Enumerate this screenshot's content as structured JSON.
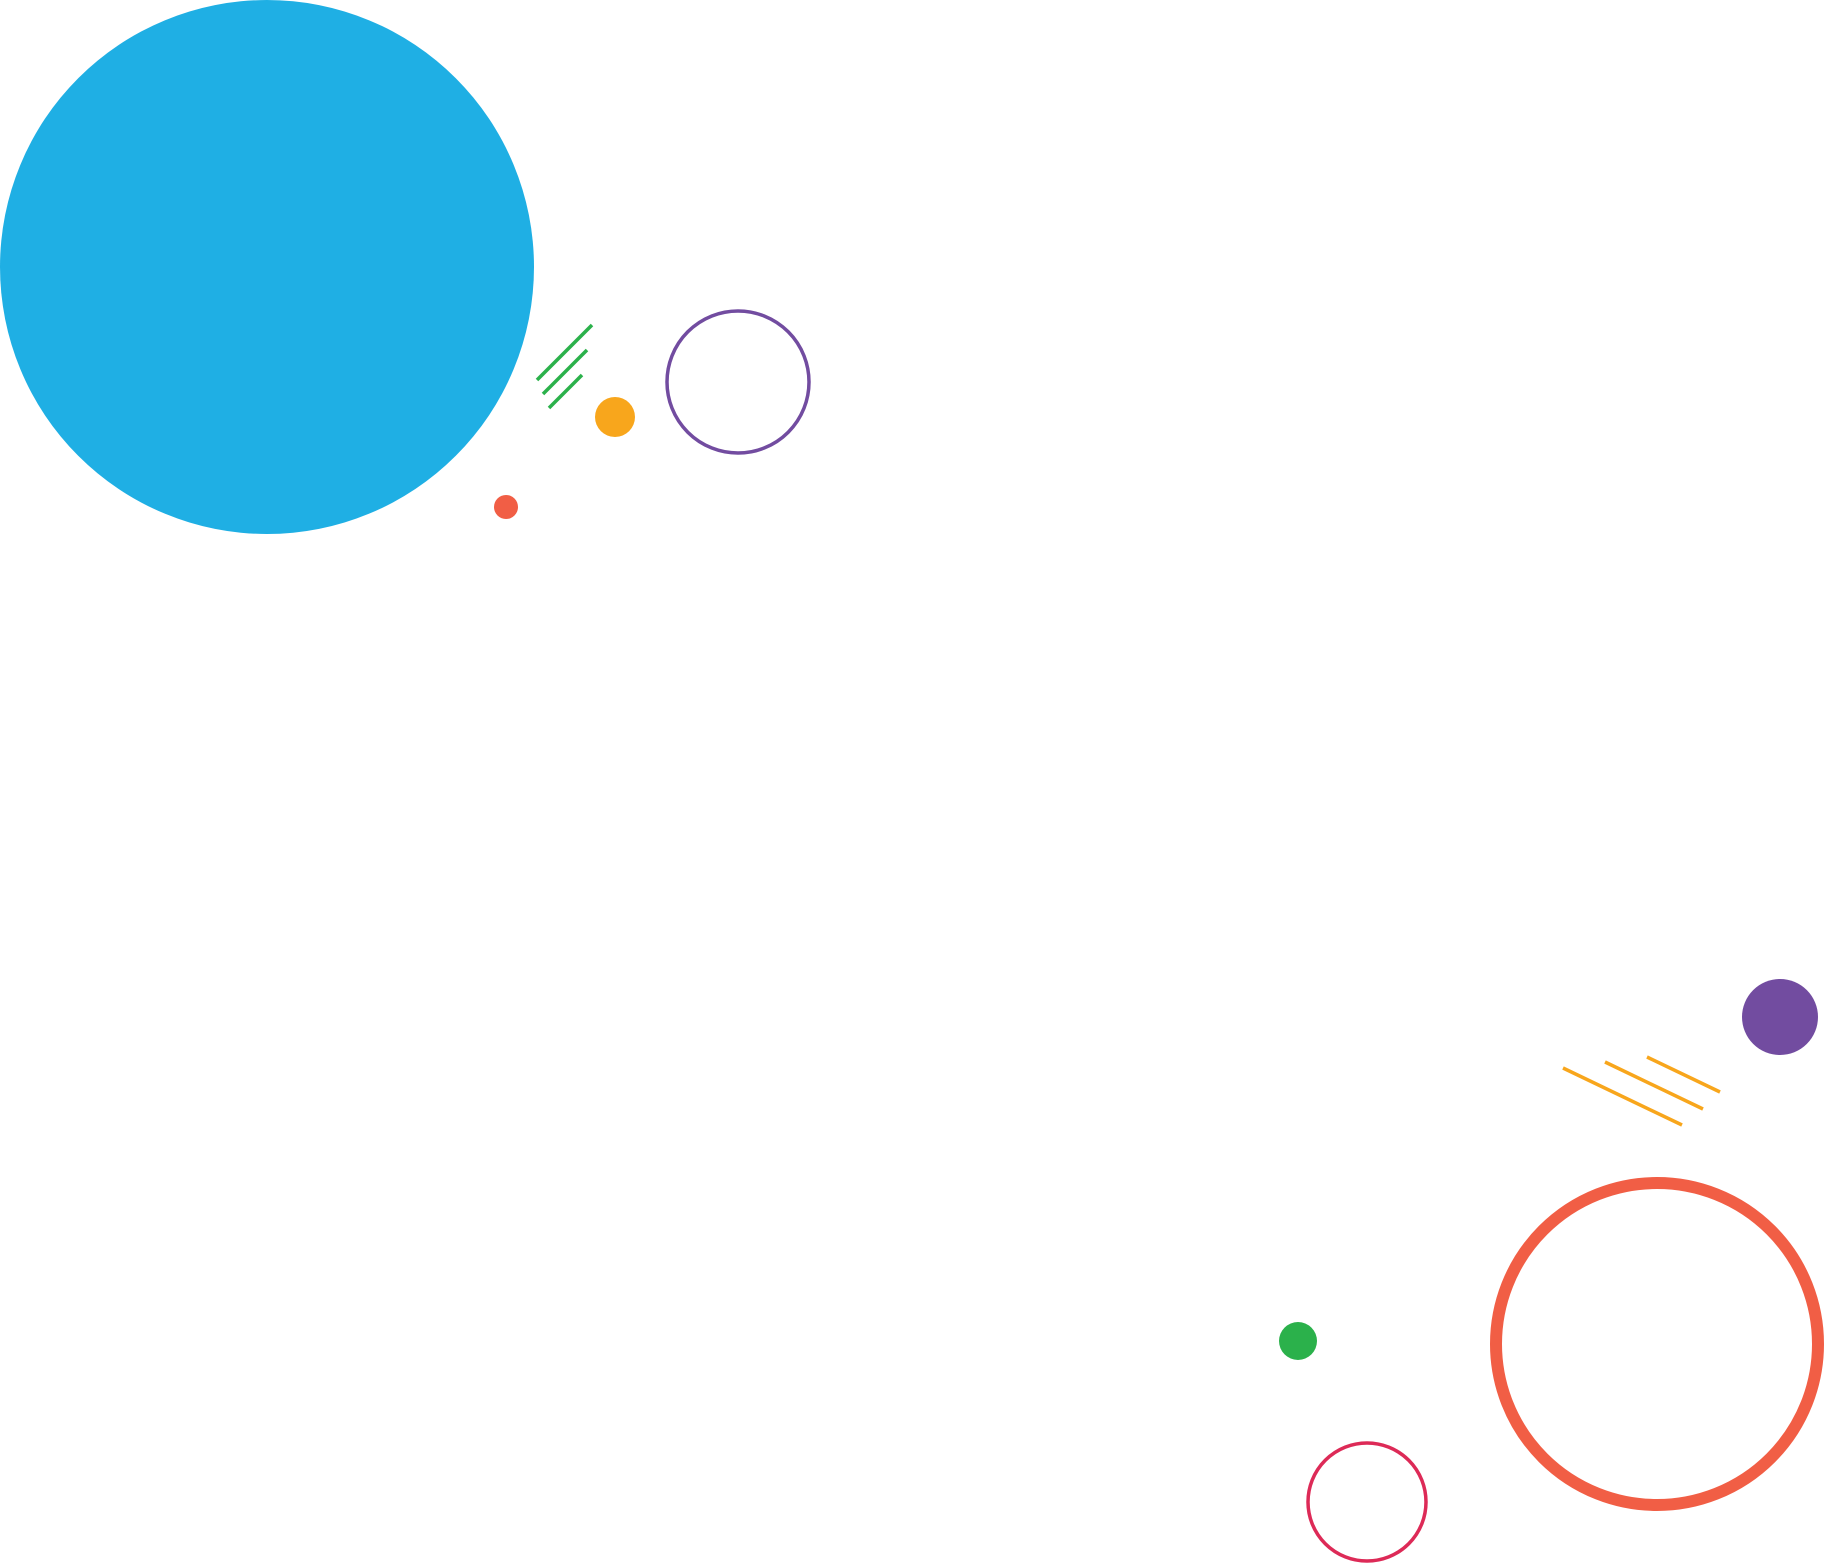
{
  "palette": {
    "background": "#ffffff",
    "blue": "#1fafe4",
    "green": "#2bb14b",
    "orange": "#f8a61c",
    "purple": "#724ca0",
    "coral": "#f15e45",
    "crimson": "#dd2a57"
  },
  "decorations": [
    "large-blue-circle",
    "green-stripes",
    "orange-dot",
    "purple-ring",
    "coral-dot",
    "purple-dot",
    "orange-stripes",
    "large-coral-ring",
    "green-dot",
    "crimson-ring"
  ]
}
